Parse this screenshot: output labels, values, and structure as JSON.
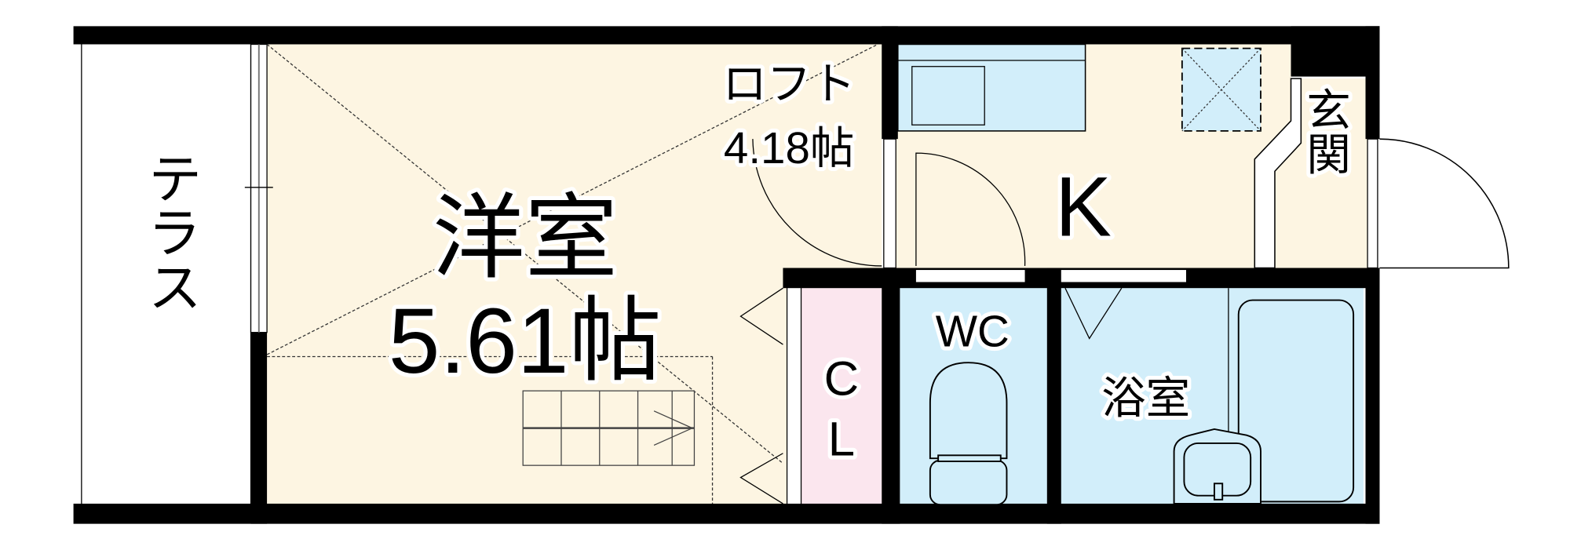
{
  "floorplan": {
    "colors": {
      "wall": "#000000",
      "western_room": "#fdf5e2",
      "kitchen": "#fdf5e2",
      "wet_area": "#d2eefa",
      "closet": "#fbe6ee",
      "terrace": "#ffffff"
    },
    "rooms": {
      "terrace": {
        "label": "テラス"
      },
      "western_room": {
        "label": "洋室",
        "size": "5.61帖"
      },
      "loft": {
        "label": "ロフト",
        "size": "4.18帖"
      },
      "kitchen": {
        "label": "K"
      },
      "entrance": {
        "label": "玄関"
      },
      "closet": {
        "label_top": "C",
        "label_bottom": "L"
      },
      "toilet": {
        "label": "WC"
      },
      "bathroom": {
        "label": "浴室"
      }
    }
  }
}
